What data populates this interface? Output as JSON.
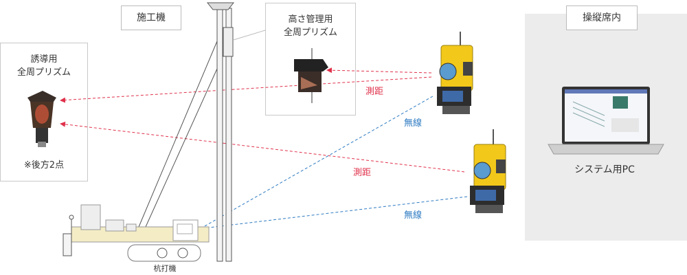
{
  "labels": {
    "machine_title": "施工機",
    "cab_title": "操縦席内",
    "guide_prism_line1": "誘導用",
    "guide_prism_line2": "全周プリズム",
    "backsight_note": "※後方2点",
    "height_prism_line1": "高さ管理用",
    "height_prism_line2": "全周プリズム",
    "measure_1": "測距",
    "measure_2": "測距",
    "wireless_1": "無線",
    "wireless_2": "無線",
    "system_pc": "システム用PC",
    "pile_driver": "杭打機"
  },
  "colors": {
    "measure": "#e0304a",
    "wireless": "#2d7ac2",
    "instrument_yellow": "#f2c81a",
    "frame": "#c8c8c8",
    "cab_bg": "#ececec"
  },
  "icons": [
    "total-station-icon",
    "prism-icon",
    "laptop-icon",
    "pile-driver-icon"
  ]
}
